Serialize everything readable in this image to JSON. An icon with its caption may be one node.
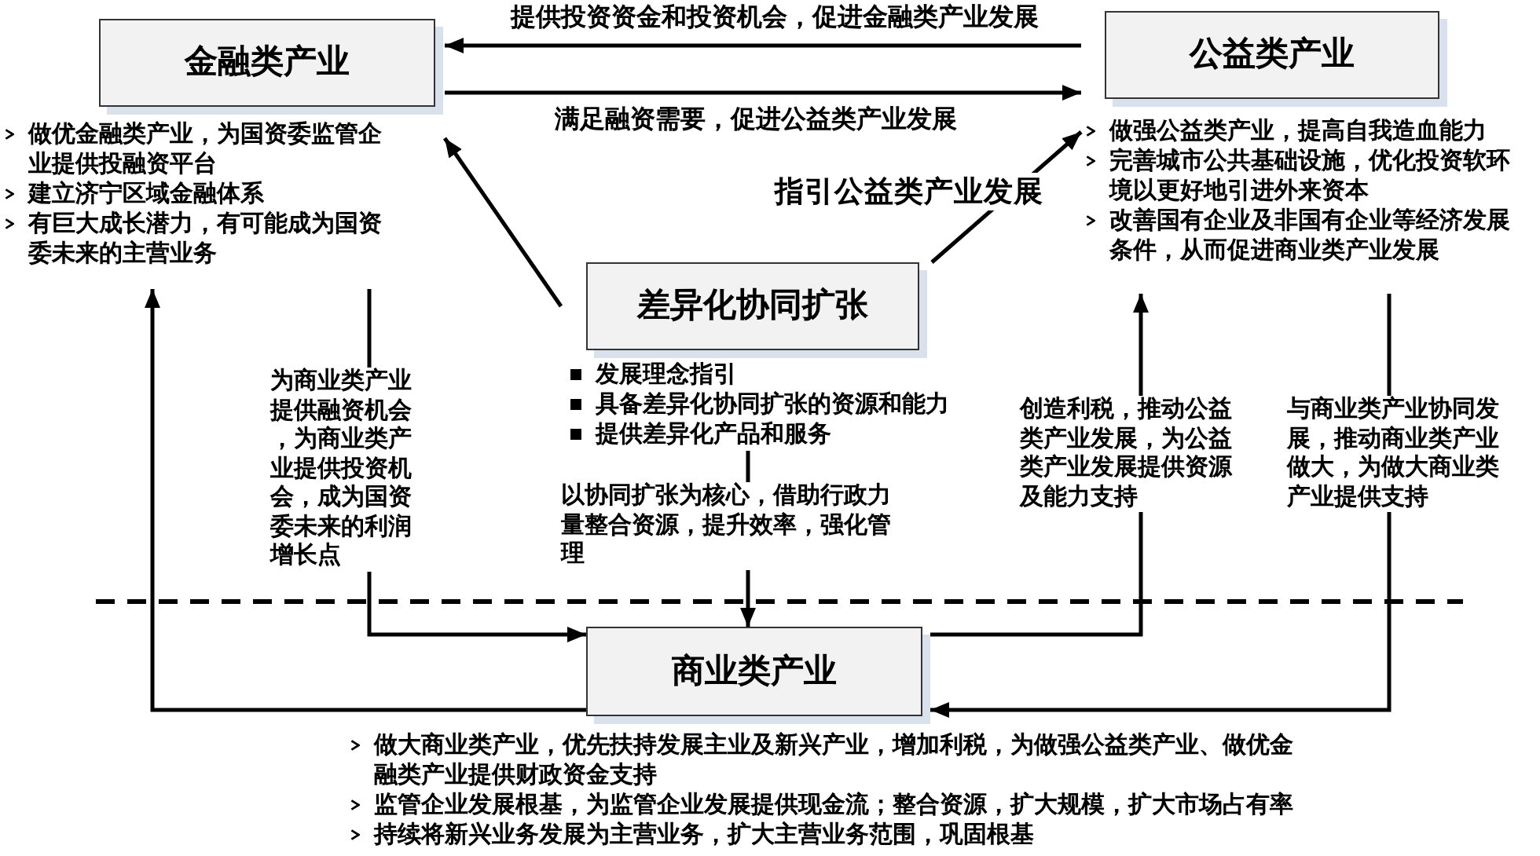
{
  "diagram": {
    "nodes": [
      {
        "text": [
          "金融类产业",
          "做优金融类产业，为国资委监管企业提供投融资平台",
          "建立济宁区域金融体系",
          "有巨大成长潜力，有可能成为国资委未来的主营业务"
        ]
      },
      {
        "text": [
          "公益类产业",
          "做强公益类产业，提高自我造血能力",
          "完善城市公共基础设施，优化投资软环境以更好地引进外来资本",
          "改善国有企业及非国有企业等经济发展条件，从而促进商业类产业发展"
        ]
      },
      {
        "text": [
          "差异化协同扩张",
          "发展理念指引",
          "具备差异化协同扩张的资源和能力",
          "提供差异化产品和服务"
        ]
      },
      {
        "text": [
          "商业类产业"
        ],
        "beside": [
          "做大商业类产业，优先扶持发展主业及新兴产业，增加利税，为做强公益类产业、做优金融类产业提供财政资金支持",
          "监管企业发展根基，为监管企业发展提供现金流；整合资源，扩大规模，扩大市场占有率",
          "持续将新兴业务发展为主营业务，扩大主营业务范围，巩固根基"
        ]
      }
    ],
    "edges": [
      {
        "from": 1,
        "to": 0,
        "arrow": "to",
        "label": "提供投资资金和投资机会，促进金融类产业发展"
      },
      {
        "from": 0,
        "to": 1,
        "arrow": "to",
        "label": "满足融资需要，促进公益类产业发展"
      },
      {
        "from": 2,
        "to": 0,
        "arrow": "to"
      },
      {
        "from": 2,
        "to": 1,
        "arrow": "to",
        "label": "指引公益类产业发展"
      },
      {
        "from": 0,
        "to": 3,
        "arrow": "to",
        "label": "为商业类产业提供融资机会，为商业类产业提供投资机会，成为国资委未来的利润增长点"
      },
      {
        "from": 3,
        "to": 0,
        "arrow": "to"
      },
      {
        "from": 2,
        "to": 3,
        "arrow": "to",
        "label": "以协同扩张为核心，借助行政力量整合资源，提升效率，强化管理"
      },
      {
        "from": 3,
        "to": 1,
        "arrow": "to",
        "label": "创造利税，推动公益类产业发展，为公益类产业发展提供资源及能力支持"
      },
      {
        "from": 1,
        "to": 3,
        "arrow": "to",
        "label": "与商业类产业协同发展，推动商业类产业做大，为做大商业类产业提供支持"
      }
    ]
  }
}
